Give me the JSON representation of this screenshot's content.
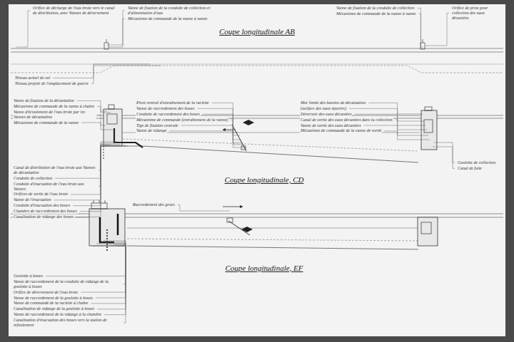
{
  "diagram": {
    "labels": [
      "Orifice de décharge de l'eau brute vers le canal de distribution, avec Vannes de déversement",
      "Vanne de fixation de la conduite de collection et d'alimentation d'eau",
      "Mécanisme de commande de la vanne à vanne",
      "Coupe longitudinale AB",
      "Vanne de fixation de la conduite de collection",
      "Mécanisme de commande de la vanne à vanne",
      "Orifice de prise pour collection des eaux décantées",
      "Niveau actuel du sol",
      "Niveau projeté de l'emplacement de guerre",
      "Vanne de fixation de la décantation",
      "Mécanisme de commande de la vanne à chaîne",
      "Vanne d'écoulement de l'eau brute par les Vannes de décantation",
      "Mécanisme de commande de la vanne",
      "Pivot central d'entraînement de la raclette",
      "Vanne de raccordement des boues",
      "Conduite de raccordement des boues",
      "Mécanisme de commande (entraînement de la vanne)",
      "Tige de fixation centrale",
      "Vanne de vidange",
      "Mur limite des bassins de décantation",
      "(surface des eaux épurées)",
      "Déversoir des eaux décantées",
      "Canal de sortie des eaux décantées dans la collection",
      "Vanne de sortie des eaux décantées",
      "Mécanisme de commande de la vanne de sortie",
      "Goulotte de collection",
      "Canal de fuite",
      "Canal de distribution de l'eau brute aux Vannes de décantation",
      "Conduite de collection",
      "Conduite d'évacuation de l'eau brute aux Vannes",
      "Orifices de sortie de l'eau brute",
      "Vanne de l'évacuation",
      "Conduite d'évacuation des boues",
      "Chambre de raccordement des boues",
      "Canalisation de vidange des boues",
      "Coupe longitudinale, CD",
      "Raccordement des grues",
      "Coupe longitudinale, EF",
      "Goulotte à boues",
      "Vanne de raccordement de la conduite de vidange de la goulotte à boues",
      "Orifice de déversement de l'eau brute",
      "Vanne de raccordement de la goulotte à boues",
      "Vanne de commande de la raclette à chaîne",
      "Canalisation de vidange de la goulotte à boues",
      "Vanne de raccordement de la vidange à la chambre",
      "Canalisation d'évacuation des boues vers la station de refoulement"
    ]
  }
}
